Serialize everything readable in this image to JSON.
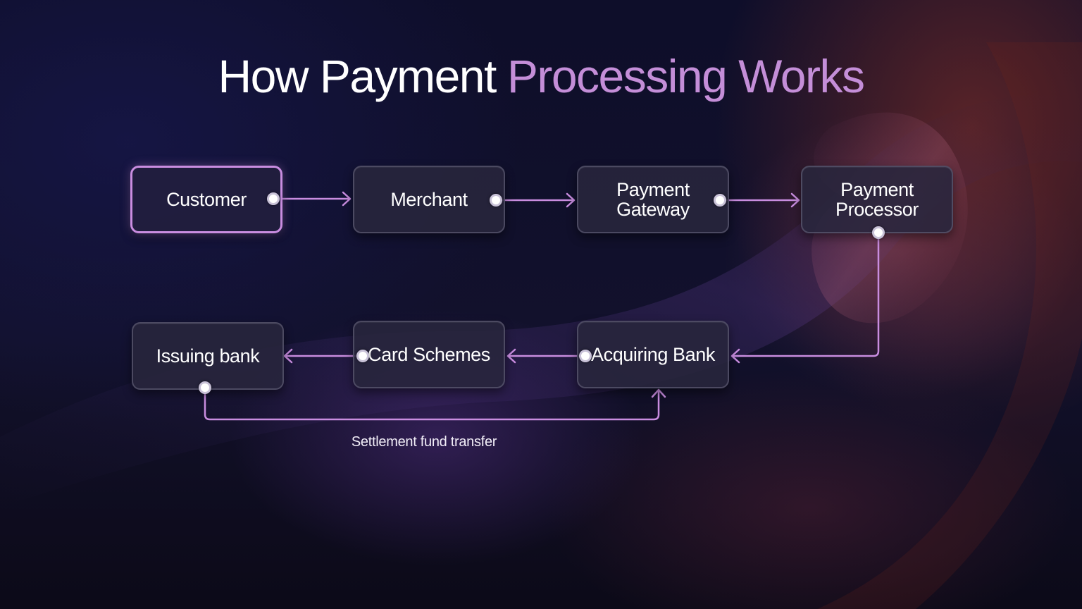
{
  "title": {
    "part1": "How Payment",
    "part2": "Processing Works"
  },
  "nodes": {
    "customer": "Customer",
    "merchant": "Merchant",
    "payment_gateway": "Payment Gateway",
    "payment_processor": "Payment Processor",
    "acquiring_bank": "Acquiring Bank",
    "card_schemes": "Card Schemes",
    "issuing_bank": "Issuing bank"
  },
  "edges": [
    {
      "from": "Customer",
      "to": "Merchant"
    },
    {
      "from": "Merchant",
      "to": "Payment Gateway"
    },
    {
      "from": "Payment Gateway",
      "to": "Payment Processor"
    },
    {
      "from": "Payment Processor",
      "to": "Acquiring Bank"
    },
    {
      "from": "Acquiring Bank",
      "to": "Card Schemes"
    },
    {
      "from": "Card Schemes",
      "to": "Issuing bank"
    },
    {
      "from": "Issuing bank",
      "to": "Acquiring Bank",
      "label": "Settlement fund transfer"
    }
  ],
  "settlement_label": "Settlement fund transfer",
  "colors": {
    "accent": "#c48ed8",
    "connector": "#c98de0",
    "node_fill": "#28263c",
    "background": "#0e0e2a"
  }
}
